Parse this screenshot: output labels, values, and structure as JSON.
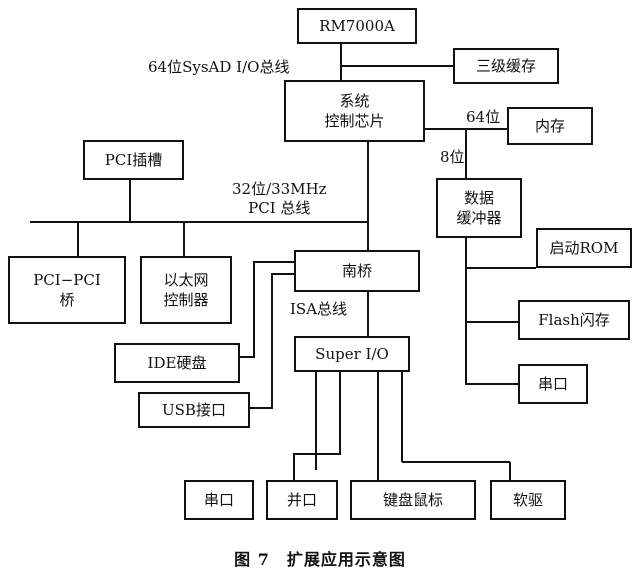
{
  "diagram": {
    "boxes": {
      "cpu": "RM7000A",
      "l3cache": "三级缓存",
      "syscontrol": "系统\n控制芯片",
      "memory": "内存",
      "pci_slot": "PCI插槽",
      "data_buffer": "数据\n缓冲器",
      "boot_rom": "启动ROM",
      "flash": "Flash闪存",
      "serial_right": "串口",
      "pci_pci_bridge": "PCI−PCI\n桥",
      "ethernet": "以太网\n控制器",
      "south_bridge": "南桥",
      "super_io": "Super I/O",
      "ide_disk": "IDE硬盘",
      "usb": "USB接口",
      "serial_bottom": "串口",
      "parallel": "并口",
      "keyboard_mouse": "键盘鼠标",
      "floppy": "软驱"
    },
    "labels": {
      "sysad_bus": "64位SysAD I/O总线",
      "mem_64": "64位",
      "buf_8": "8位",
      "pci_bus": "32位/33MHz\nPCI 总线",
      "isa_bus": "ISA总线"
    },
    "caption": "图 7　扩展应用示意图"
  }
}
